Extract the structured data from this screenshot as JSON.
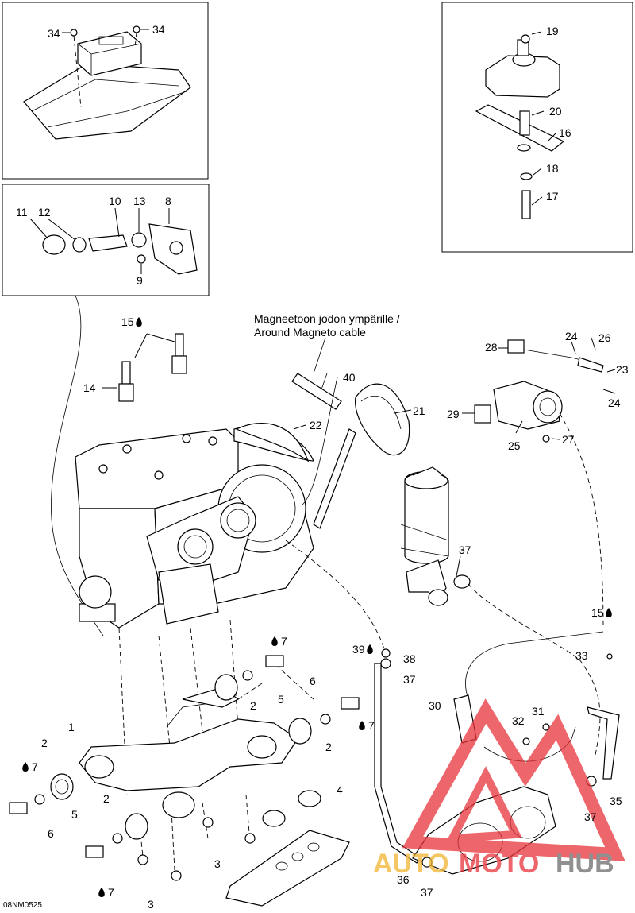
{
  "drawing_code": "08NM0525",
  "callout_note": "Magneetoon jodon ympärille / Around Magneto cable",
  "callout_note_lines": [
    "Magneetoon jodon ympärille /",
    "Around Magneto cable"
  ],
  "part_labels": {
    "p34a": "34",
    "p34b": "34",
    "p19": "19",
    "p20": "20",
    "p16": "16",
    "p18": "18",
    "p17": "17",
    "p11": "11",
    "p12": "12",
    "p10": "10",
    "p13": "13",
    "p8": "8",
    "p9": "9",
    "p15a": "15",
    "p14": "14",
    "p40": "40",
    "p22": "22",
    "p21": "21",
    "p24a": "24",
    "p26": "26",
    "p28": "28",
    "p23": "23",
    "p24b": "24",
    "p29": "29",
    "p25": "25",
    "p27": "27",
    "p37a": "37",
    "p15b": "15",
    "p33": "33",
    "p39": "39",
    "p38": "38",
    "p37b": "37",
    "p7a": "7",
    "p6a": "6",
    "p2a": "2",
    "p5a": "5",
    "p7b": "7",
    "p2b": "2",
    "p1": "1",
    "p2c": "2",
    "p7c": "7",
    "p5b": "5",
    "p6b": "6",
    "p2d": "2",
    "p4": "4",
    "p3a": "3",
    "p7d": "7",
    "p3b": "3",
    "p30": "30",
    "p31": "31",
    "p32": "32",
    "p37c": "37",
    "p35": "35",
    "p36": "36",
    "p37d": "37"
  },
  "watermark": {
    "part1": "AUTO",
    "part2": "MOTO",
    "part3": "HUB"
  },
  "colors": {
    "line": "#000000",
    "background": "#ffffff",
    "watermark_red": "#e8333a",
    "watermark_yellow": "#f2b531",
    "watermark_gray": "#6b6b6b"
  },
  "icons": {
    "lubricant": "drop-icon"
  }
}
